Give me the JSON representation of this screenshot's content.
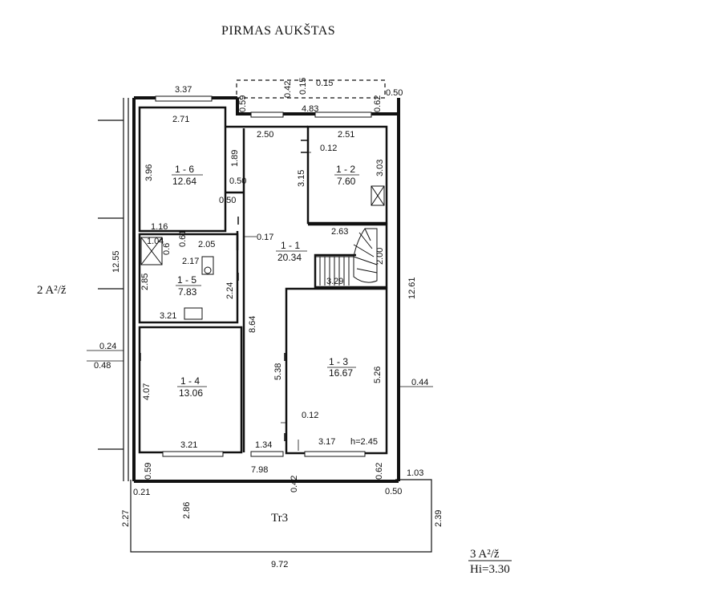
{
  "title": "PIRMAS AUKŠTAS",
  "floor_ref_left": "2 A²/ž",
  "floor_ref_right": "3 A²/ž",
  "height_note": "Hi=3.30",
  "terrace_label": "Tr3",
  "rooms": [
    {
      "id": "1 - 1",
      "area": "20.34"
    },
    {
      "id": "1 - 2",
      "area": "7.60"
    },
    {
      "id": "1 - 3",
      "area": "16.67"
    },
    {
      "id": "1 - 4",
      "area": "13.06"
    },
    {
      "id": "1 - 5",
      "area": "7.83"
    },
    {
      "id": "1 - 6",
      "area": "12.64"
    }
  ],
  "room_height": "h=2.45",
  "dimensions": {
    "top_left_width": "3.37",
    "top_right_width": "4.83",
    "top_015": "0.15",
    "top_015b": "0.15",
    "top_042": "0.42",
    "top_059": "0.59",
    "top_062": "0.62",
    "top_050": "0.50",
    "r16_width": "2.71",
    "r16_height": "3.96",
    "r16_116": "1.16",
    "r16_205": "2.05",
    "r16_061": "0.61",
    "hall_250": "2.50",
    "hall_189": "1.89",
    "hall_050a": "0.50",
    "hall_050b": "0.50",
    "hall_315": "3.15",
    "r12_012": "0.12",
    "r12_width": "2.51",
    "r12_height": "3.03",
    "stair_263": "2.63",
    "stair_200": "2.00",
    "stair_329": "3.29",
    "hall_017": "0.17",
    "r15_104": "1.04",
    "r15_06": "0.6",
    "r15_217": "2.17",
    "r15_285": "2.85",
    "r15_224": "2.24",
    "r15_321": "3.21",
    "left_1255": "12.55",
    "right_1261": "12.61",
    "hall_864": "8.64",
    "left_024": "0.24",
    "left_048": "0.48",
    "r14_407": "4.07",
    "r14_321": "3.21",
    "hall_538": "5.38",
    "hall_012": "0.12",
    "r13_526": "5.26",
    "right_044": "0.44",
    "hall_134": "1.34",
    "r13_317": "3.17",
    "bottom_798": "7.98",
    "bottom_059": "0.59",
    "bottom_021": "0.21",
    "bottom_042": "0.42",
    "bottom_062": "0.62",
    "bottom_050": "0.50",
    "bottom_103": "1.03",
    "terr_227": "2.27",
    "terr_286": "2.86",
    "terr_239": "2.39",
    "terr_972": "9.72"
  }
}
